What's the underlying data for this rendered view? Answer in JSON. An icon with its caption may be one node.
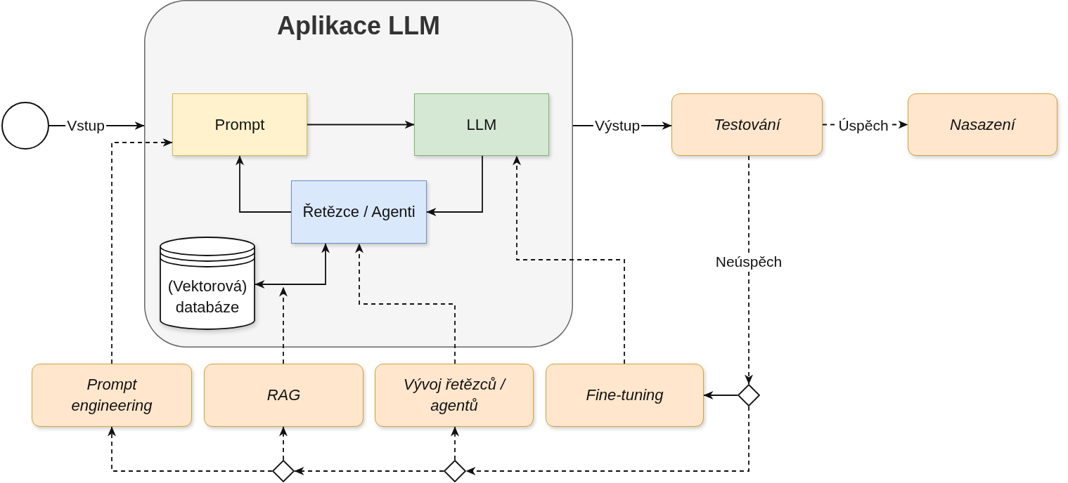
{
  "diagram": {
    "nodes": [
      {
        "text": [
          "Aplikace LLM"
        ]
      },
      {
        "text": [
          "Prompt"
        ],
        "in": 0
      },
      {
        "text": [
          "LLM"
        ],
        "in": 0
      },
      {
        "text": [
          "Řetězce / Agenti"
        ],
        "in": 0
      },
      {
        "text": [
          "(Vektorová) databáze"
        ],
        "in": 0
      },
      {
        "text": [],
        "shape": "circle"
      },
      {
        "text": [
          "Testování"
        ]
      },
      {
        "text": [
          "Nasazení"
        ]
      },
      {
        "text": [
          "Prompt engineering"
        ]
      },
      {
        "text": [
          "RAG"
        ]
      },
      {
        "text": [
          "Vývoj řetězců / agentů"
        ]
      },
      {
        "text": [
          "Fine-tuning"
        ]
      },
      {
        "text": [],
        "shape": "diamond"
      },
      {
        "text": [],
        "shape": "diamond"
      },
      {
        "text": [],
        "shape": "diamond"
      }
    ],
    "edges": [
      {
        "from": 5,
        "to": 0,
        "arrow": "to",
        "label": "Vstup"
      },
      {
        "from": 1,
        "to": 2,
        "arrow": "to"
      },
      {
        "from": 2,
        "to": 3,
        "arrow": "to"
      },
      {
        "from": 3,
        "to": 1,
        "arrow": "to"
      },
      {
        "from": 3,
        "to": 4,
        "arrow": "both"
      },
      {
        "from": 0,
        "to": 6,
        "arrow": "to",
        "label": "Výstup"
      },
      {
        "from": 6,
        "to": 7,
        "arrow": "to",
        "label": "Úspěch",
        "style": "dashed"
      },
      {
        "from": 6,
        "to": 12,
        "arrow": "to",
        "label": "Neúspěch",
        "style": "dashed"
      },
      {
        "from": 12,
        "to": 11,
        "arrow": "to"
      },
      {
        "from": 12,
        "to": 14,
        "arrow": "to",
        "style": "dashed"
      },
      {
        "from": 14,
        "to": 10,
        "arrow": "to",
        "style": "dashed"
      },
      {
        "from": 14,
        "to": 13,
        "arrow": "to",
        "style": "dashed"
      },
      {
        "from": 13,
        "to": 9,
        "arrow": "to",
        "style": "dashed"
      },
      {
        "from": 13,
        "to": 8,
        "arrow": "to",
        "style": "dashed"
      },
      {
        "from": 8,
        "to": 1,
        "arrow": "to",
        "style": "dashed"
      },
      {
        "from": 9,
        "to": 4,
        "arrow": "to",
        "style": "dashed"
      },
      {
        "from": 10,
        "to": 3,
        "arrow": "to",
        "style": "dashed"
      },
      {
        "from": 11,
        "to": 2,
        "arrow": "to",
        "style": "dashed"
      }
    ]
  }
}
